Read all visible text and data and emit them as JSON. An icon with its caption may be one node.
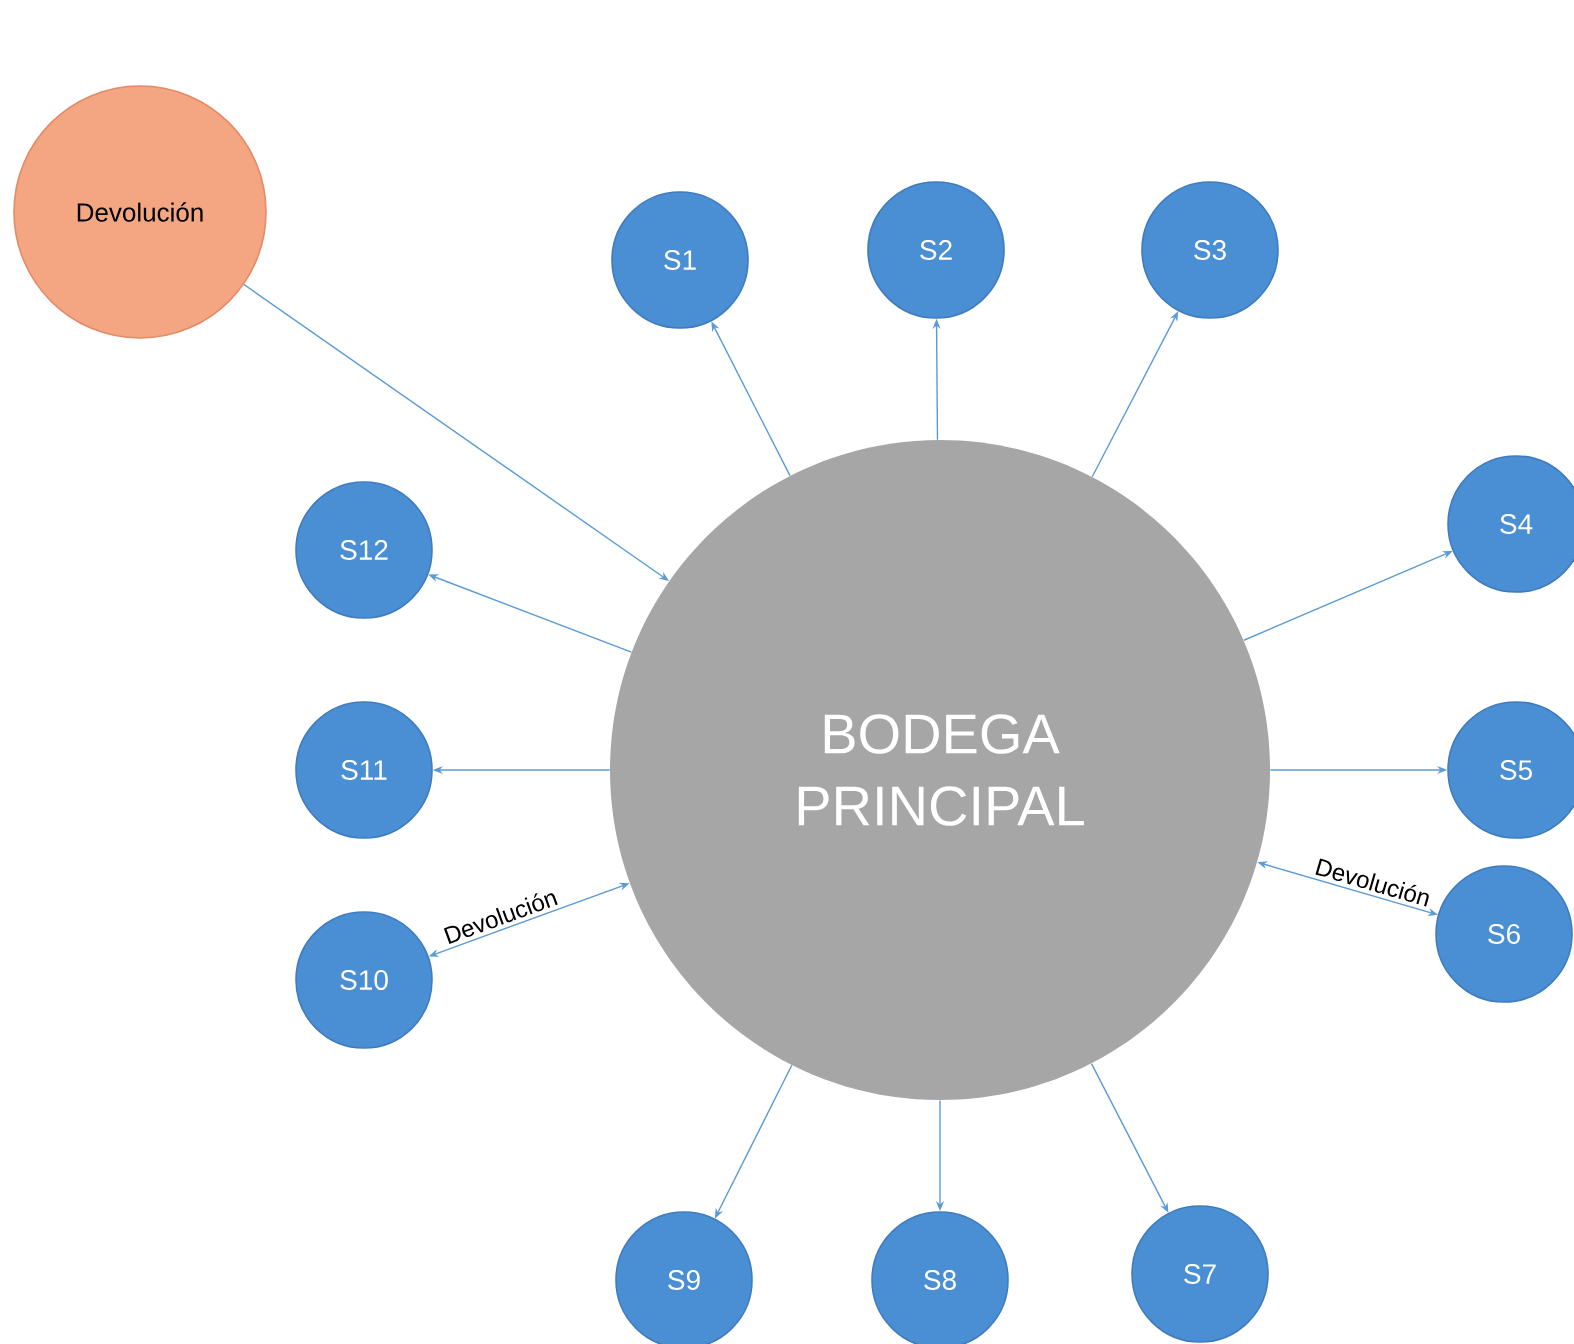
{
  "diagram": {
    "nodes": [
      {
        "text": [
          "Devolución"
        ]
      },
      {
        "text": [
          "BODEGA PRINCIPAL"
        ]
      },
      {
        "text": [
          "S1"
        ]
      },
      {
        "text": [
          "S2"
        ]
      },
      {
        "text": [
          "S3"
        ]
      },
      {
        "text": [
          "S4"
        ]
      },
      {
        "text": [
          "S5"
        ]
      },
      {
        "text": [
          "S6"
        ]
      },
      {
        "text": [
          "S7"
        ]
      },
      {
        "text": [
          "S8"
        ]
      },
      {
        "text": [
          "S9"
        ]
      },
      {
        "text": [
          "S10"
        ]
      },
      {
        "text": [
          "S11"
        ]
      },
      {
        "text": [
          "S12"
        ]
      }
    ],
    "edges": [
      {
        "from": 0,
        "to": 1,
        "arrow": "to"
      },
      {
        "from": 1,
        "to": 2,
        "arrow": "to"
      },
      {
        "from": 1,
        "to": 3,
        "arrow": "to"
      },
      {
        "from": 1,
        "to": 4,
        "arrow": "to"
      },
      {
        "from": 1,
        "to": 5,
        "arrow": "to"
      },
      {
        "from": 1,
        "to": 6,
        "arrow": "to"
      },
      {
        "from": 1,
        "to": 7,
        "arrow": "both",
        "label": "Devolución"
      },
      {
        "from": 1,
        "to": 8,
        "arrow": "to"
      },
      {
        "from": 1,
        "to": 9,
        "arrow": "to"
      },
      {
        "from": 1,
        "to": 10,
        "arrow": "to"
      },
      {
        "from": 1,
        "to": 11,
        "arrow": "both",
        "label": "Devolución"
      },
      {
        "from": 1,
        "to": 12,
        "arrow": "to"
      },
      {
        "from": 1,
        "to": 13,
        "arrow": "to"
      }
    ]
  }
}
